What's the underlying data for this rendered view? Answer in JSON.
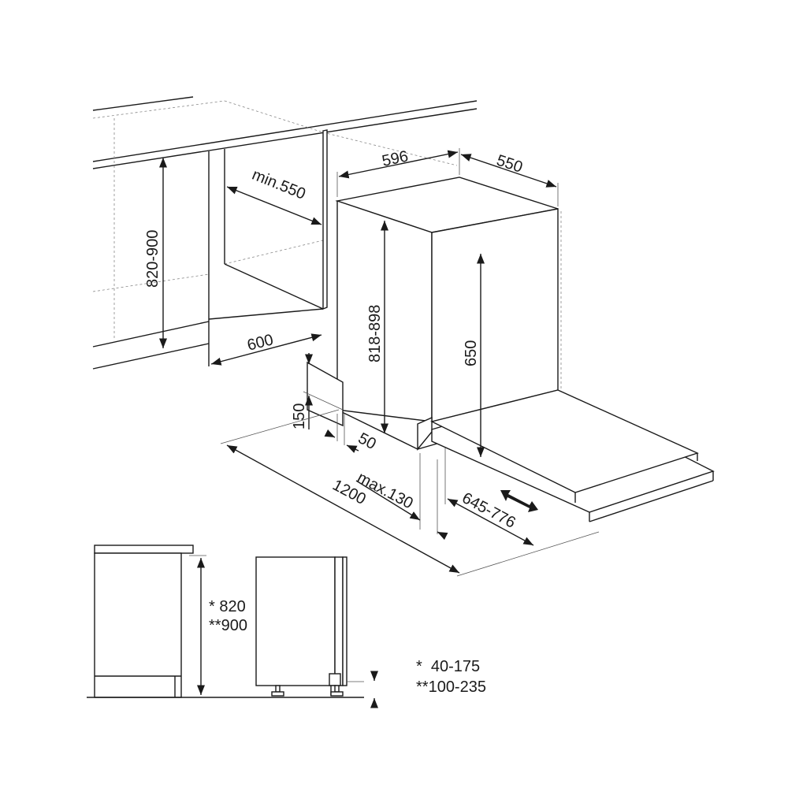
{
  "iso_view": {
    "dim_width": "596",
    "dim_depth": "550",
    "dim_niche_height": "820-900",
    "dim_niche_depth": "min.550",
    "dim_niche_width": "600",
    "dim_appliance_height": "818-898",
    "dim_door_height": "650",
    "dim_plinth_height": "150",
    "dim_plinth_depth": "50",
    "dim_total_depth": "1200",
    "dim_door_panel": "max.130",
    "dim_door_travel": "645-776"
  },
  "side_view": {
    "height_a": "* 820",
    "height_b": "**900",
    "plinth_a": "*  40-175",
    "plinth_b": "**100-235"
  },
  "colors": {
    "line": "#1a1a1a",
    "thin": "#888888",
    "background": "#ffffff"
  }
}
